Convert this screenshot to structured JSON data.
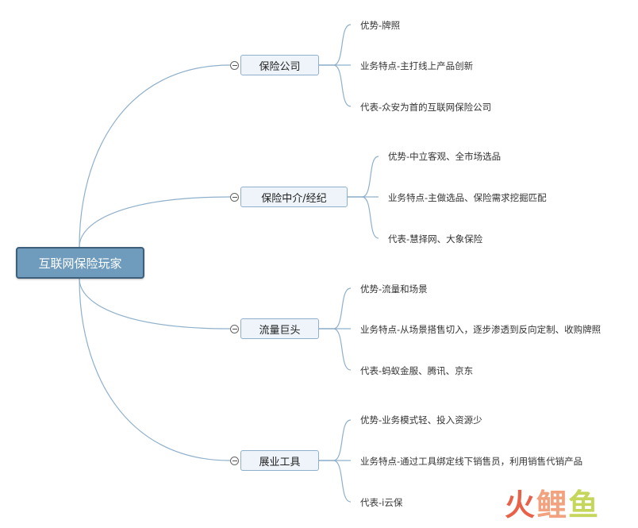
{
  "root": {
    "label": "互联网保险玩家"
  },
  "branches": [
    {
      "label": "保险公司",
      "children": [
        "优势-牌照",
        "业务特点-主打线上产品创新",
        "代表-众安为首的互联网保险公司"
      ]
    },
    {
      "label": "保险中介/经纪",
      "children": [
        "优势-中立客观、全市场选品",
        "业务特点-主做选品、保险需求挖掘匹配",
        "代表-慧择网、大象保险"
      ]
    },
    {
      "label": "流量巨头",
      "children": [
        "优势-流量和场景",
        "业务特点-从场景搭售切入，逐步渗透到反向定制、收购牌照",
        "代表-蚂蚁金服、腾讯、京东"
      ]
    },
    {
      "label": "展业工具",
      "children": [
        "优势-业务模式轻、投入资源少",
        "业务特点-通过工具绑定线下销售员，利用销售代销产品",
        "代表-i云保"
      ]
    }
  ],
  "watermark": {
    "chars": [
      "火",
      "鲤",
      "鱼"
    ],
    "colors": [
      "#e8624a",
      "#f2a27f",
      "#c5d65a"
    ]
  },
  "colors": {
    "root_fill": "#6f9bbd",
    "root_border": "#3e5f79",
    "branch_fill": "#eef4fa",
    "branch_border": "#8fb0cc",
    "link": "#8fb0cc"
  }
}
